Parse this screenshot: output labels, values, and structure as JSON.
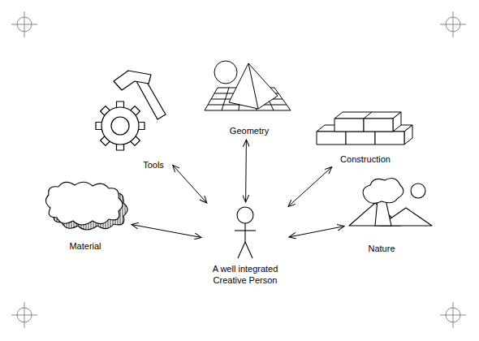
{
  "diagram": {
    "nodes": [
      {
        "text": [
          "Geometry"
        ]
      },
      {
        "text": [
          "Tools"
        ]
      },
      {
        "text": [
          "Construction"
        ]
      },
      {
        "text": [
          "Material"
        ]
      },
      {
        "text": [
          "Nature"
        ]
      },
      {
        "text": [
          "A well integrated Creative Person"
        ]
      }
    ],
    "edges": [
      {
        "from": 5,
        "to": 0,
        "arrow": "both"
      },
      {
        "from": 5,
        "to": 1,
        "arrow": "both"
      },
      {
        "from": 5,
        "to": 2,
        "arrow": "both"
      },
      {
        "from": 5,
        "to": 3,
        "arrow": "both"
      },
      {
        "from": 5,
        "to": 4,
        "arrow": "both"
      }
    ]
  }
}
